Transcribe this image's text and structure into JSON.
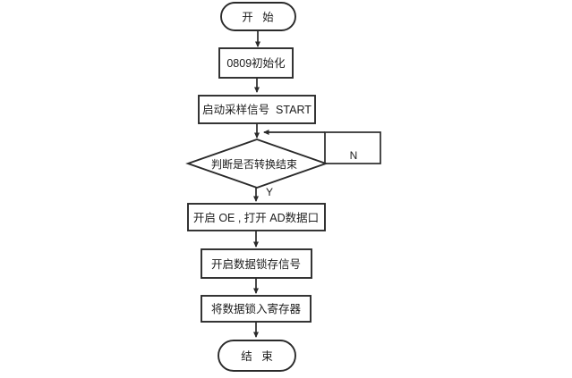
{
  "flowchart": {
    "start": "开 始",
    "init": "0809初始化",
    "sample": "启动采样信号  START",
    "decision": "判断是否转换结束",
    "branch_no": "N",
    "branch_yes": "Y",
    "open_oe": "开启 OE , 打开 AD数据口",
    "latch_signal": "开启数据锁存信号",
    "latch_register": "将数据锁入寄存器",
    "end": "结 束"
  },
  "colors": {
    "line": "#2a2a2a",
    "text": "#1c1c1c",
    "background": "#ffffff"
  }
}
